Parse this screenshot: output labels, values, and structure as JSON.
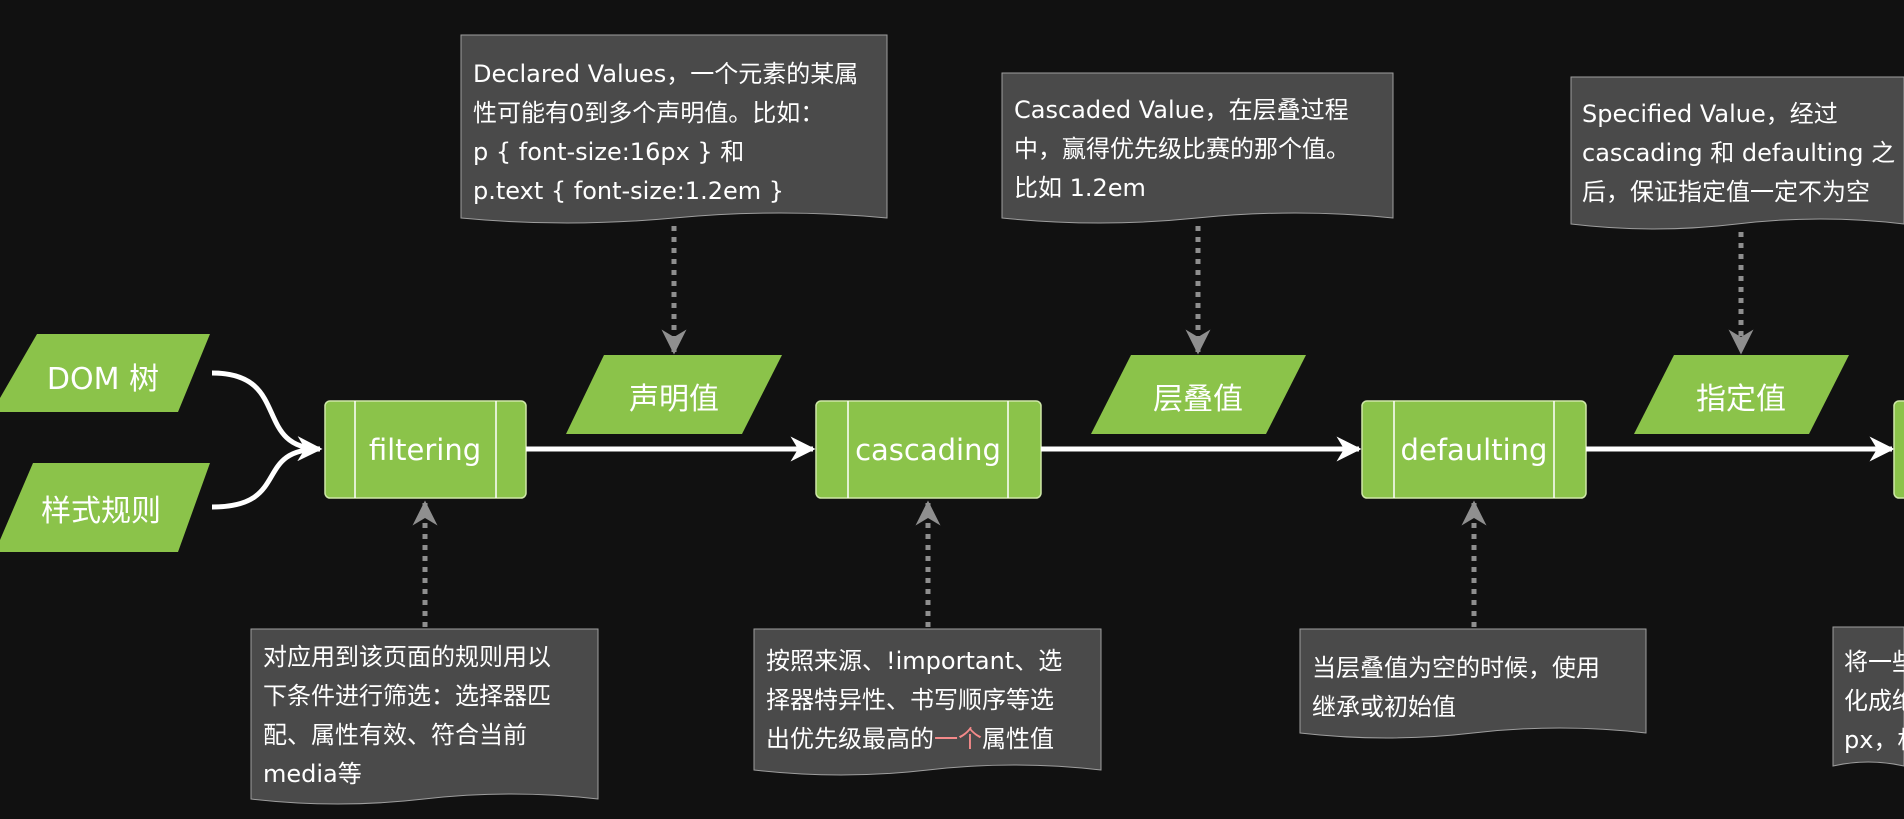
{
  "colors": {
    "background": "#111111",
    "green": "#8bc34a",
    "note_fill": "#4a4a4a",
    "note_border": "#9e9e9e",
    "arrow": "#ffffff",
    "dotted_arrow": "#8f8f8f",
    "highlight": "#f48a8a"
  },
  "inputs": {
    "dom": "DOM 树",
    "rules": "样式规则"
  },
  "processes": {
    "filtering": "filtering",
    "cascading": "cascading",
    "defaulting": "defaulting"
  },
  "values": {
    "declared": "声明值",
    "cascaded": "层叠值",
    "specified": "指定值"
  },
  "notes": {
    "declared": {
      "lines": [
        "Declared Values，一个元素的某属",
        "性可能有0到多个声明值。比如：",
        "p { font-size:16px } 和",
        "p.text { font-size:1.2em }"
      ]
    },
    "cascaded": {
      "lines": [
        "Cascaded Value，在层叠过程",
        "中，赢得优先级比赛的那个值。",
        "比如 1.2em"
      ]
    },
    "specified": {
      "lines": [
        "Specified Value，经过",
        "cascading 和 defaulting 之",
        "后，保证指定值一定不为空"
      ]
    },
    "filtering": {
      "lines": [
        "对应用到该页面的规则用以",
        "下条件进行筛选：选择器匹",
        "配、属性有效、符合当前",
        "media等"
      ]
    },
    "cascading": {
      "line1": "按照来源、!important、选",
      "line2": "择器特异性、书写顺序等选",
      "line3_before": "出优先级最高的",
      "line3_highlight": "一个",
      "line3_after": "属性值"
    },
    "defaulting": {
      "lines": [
        "当层叠值为空的时候，使用",
        "继承或初始值"
      ]
    },
    "computed": {
      "lines": [
        "将一些",
        "化成绝",
        "px，相"
      ]
    }
  }
}
